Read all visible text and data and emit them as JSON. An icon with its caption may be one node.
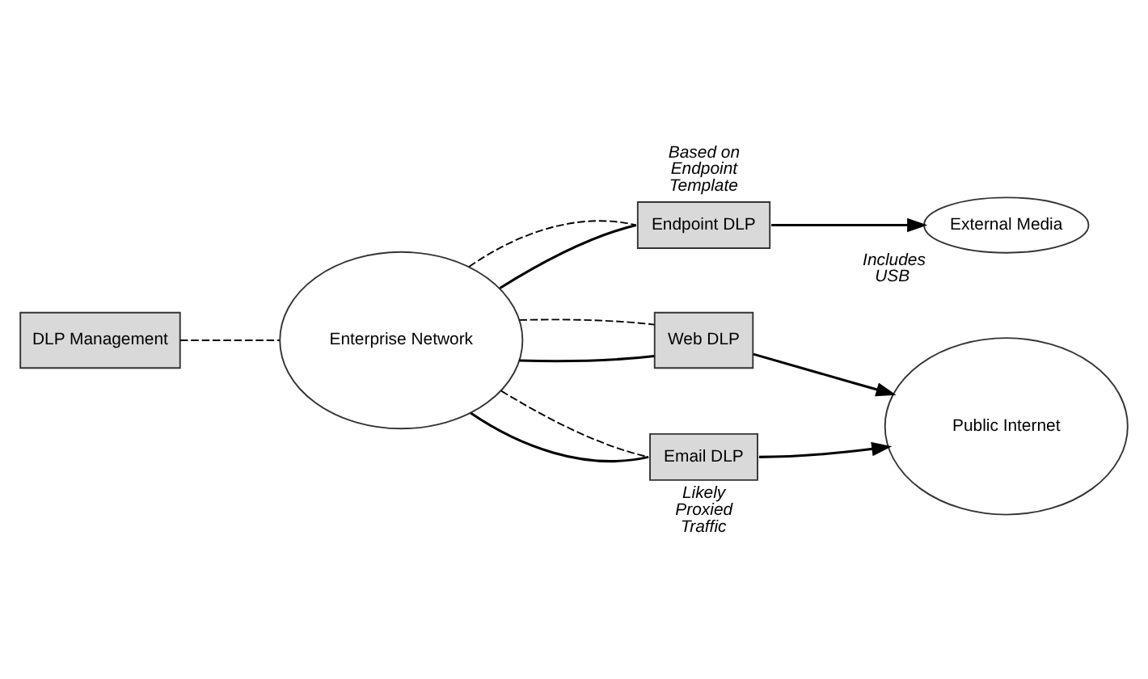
{
  "diagram": {
    "nodes": [
      {
        "text": [
          "External Media"
        ],
        "beside": [
          "Includes USB"
        ]
      },
      {
        "text": [
          "Endpoint DLP"
        ],
        "beside": [
          "Based on Endpoint Template"
        ]
      },
      {
        "text": [
          "Enterprise Network"
        ]
      },
      {
        "text": [
          "Web DLP"
        ]
      },
      {
        "text": [
          "Email DLP"
        ],
        "beside": [
          "Likely Proxied Traffic"
        ]
      },
      {
        "text": [
          "Public Internet"
        ]
      },
      {
        "text": [
          "DLP Management"
        ]
      }
    ],
    "edges": [
      {
        "from": 1,
        "to": 0,
        "arrow": "to"
      },
      {
        "from": 2,
        "to": 1,
        "arrow": "none"
      },
      {
        "from": 2,
        "to": 1,
        "arrow": "none",
        "style": "dashed"
      },
      {
        "from": 2,
        "to": 3,
        "arrow": "none"
      },
      {
        "from": 2,
        "to": 3,
        "arrow": "none",
        "style": "dashed"
      },
      {
        "from": 3,
        "to": 5,
        "arrow": "to"
      },
      {
        "from": 2,
        "to": 4,
        "arrow": "none"
      },
      {
        "from": 2,
        "to": 4,
        "arrow": "none",
        "style": "dashed"
      },
      {
        "from": 4,
        "to": 5,
        "arrow": "to"
      },
      {
        "from": 6,
        "to": 2,
        "arrow": "none",
        "style": "dashed"
      }
    ]
  }
}
